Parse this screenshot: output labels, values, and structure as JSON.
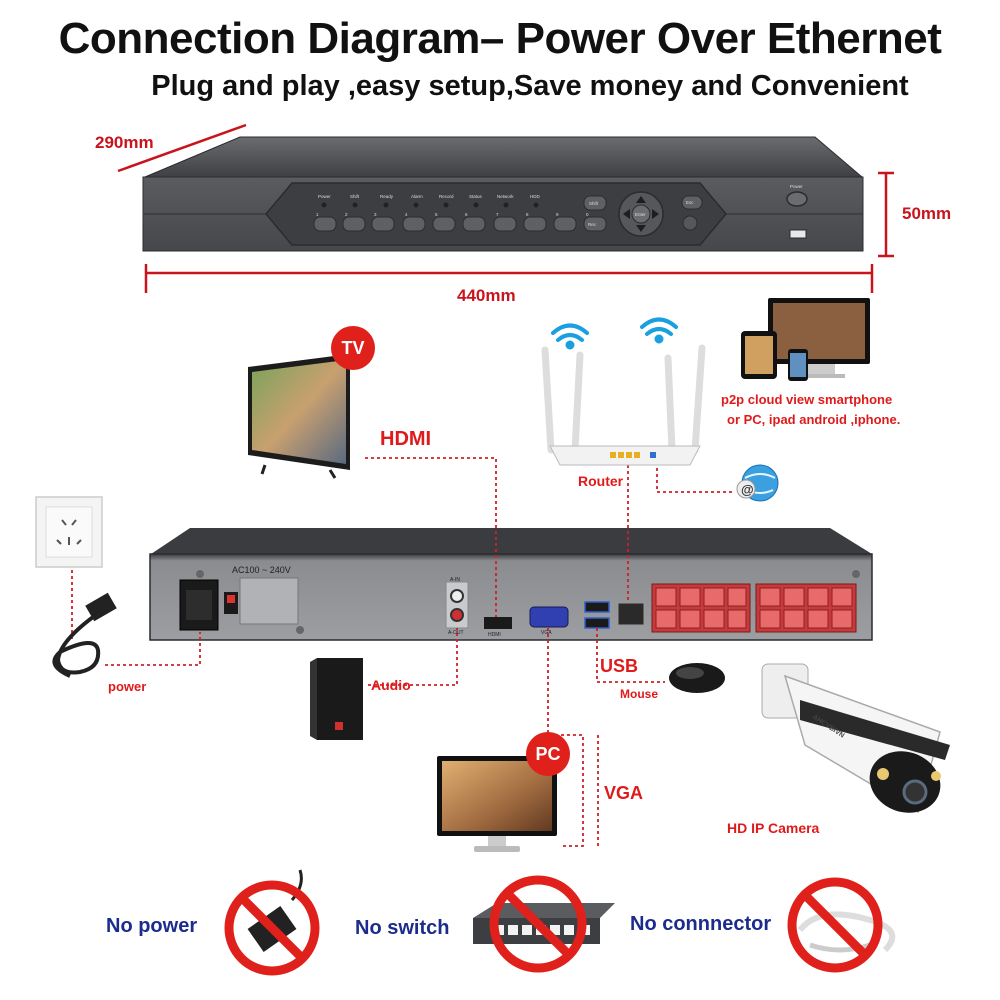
{
  "header": {
    "title": "Connection Diagram– Power Over Ethernet",
    "subtitle": "Plug and play ,easy setup,Save money and Convenient"
  },
  "dimensions": {
    "depth": "290mm",
    "height": "50mm",
    "width": "440mm"
  },
  "nvr_front": {
    "status_labels": [
      "Power",
      "Shift",
      "Ready",
      "Alarm",
      "Record",
      "Status",
      "Network",
      "HDD"
    ],
    "number_labels": [
      "1",
      "2",
      "3",
      "4",
      "5",
      "6",
      "7",
      "8",
      "9",
      "0"
    ],
    "shift_label": "Shift",
    "esc_label": "Esc",
    "enter_label": "Enter",
    "rec_label": "Rec",
    "power_label": "Power"
  },
  "nvr_rear": {
    "ac_label": "AC100 ~ 240V",
    "ain_label": "A-IN",
    "aout_label": "A-OUT",
    "hdmi_port_label": "HDMI",
    "vga_port_label": "VGA"
  },
  "devices": {
    "tv_badge": "TV",
    "pc_badge": "PC",
    "camera_brand": "AHCVBIVN"
  },
  "connections": {
    "hdmi": "HDMI",
    "router": "Router",
    "p2p_line1": "p2p cloud  view smartphone",
    "p2p_line2": "or PC, ipad android ,iphone.",
    "power": "power",
    "audio": "Audio",
    "usb": "USB",
    "mouse": "Mouse",
    "vga": "VGA",
    "camera": "HD IP Camera"
  },
  "footer": {
    "no_power": "No power",
    "no_switch": "No switch",
    "no_connector": "No connnector"
  },
  "colors": {
    "accent_red": "#e01a1a",
    "dimension_red": "#c8141c",
    "footer_blue": "#1c2c8c",
    "nvr_body": "#4a4c50",
    "poe_port_red": "#d94848"
  }
}
